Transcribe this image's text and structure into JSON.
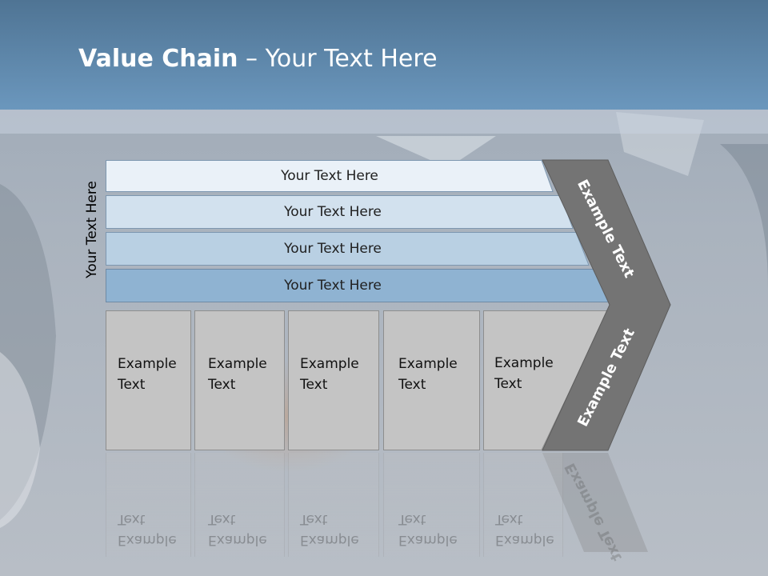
{
  "title": {
    "bold": "Value Chain",
    "rest": " – Your Text Here"
  },
  "side_label": "Your Text Here",
  "rows": [
    {
      "label": "Your Text Here",
      "color": "#eaf1f8"
    },
    {
      "label": "Your Text Here",
      "color": "#d2e1ee"
    },
    {
      "label": "Your Text Here",
      "color": "#b9d0e3"
    },
    {
      "label": "Your Text Here",
      "color": "#8fb3d2"
    }
  ],
  "boxes": [
    {
      "line1": "Example",
      "line2": "Text"
    },
    {
      "line1": "Example",
      "line2": "Text"
    },
    {
      "line1": "Example",
      "line2": "Text"
    },
    {
      "line1": "Example",
      "line2": "Text"
    },
    {
      "line1": "Example",
      "line2": "Text"
    }
  ],
  "chevron": {
    "upper_label": "Example Text",
    "lower_label": "Example Text",
    "color": "#747474"
  }
}
